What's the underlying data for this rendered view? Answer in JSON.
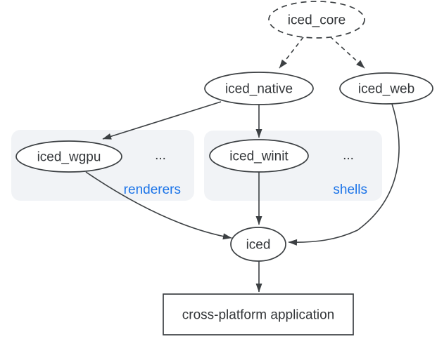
{
  "page": {
    "background": "#ffffff"
  },
  "diagram": {
    "nodes": [
      {
        "id": "iced_core",
        "label": "iced_core",
        "shape": "ellipse",
        "border": "dashed"
      },
      {
        "id": "iced_native",
        "label": "iced_native",
        "shape": "ellipse",
        "border": "solid"
      },
      {
        "id": "iced_web",
        "label": "iced_web",
        "shape": "ellipse",
        "border": "solid"
      },
      {
        "id": "iced_wgpu",
        "label": "iced_wgpu",
        "shape": "ellipse",
        "border": "solid"
      },
      {
        "id": "iced_winit",
        "label": "iced_winit",
        "shape": "ellipse",
        "border": "solid"
      },
      {
        "id": "iced",
        "label": "iced",
        "shape": "ellipse",
        "border": "solid"
      },
      {
        "id": "app",
        "label": "cross-platform application",
        "shape": "rectangle",
        "border": "solid"
      }
    ],
    "groups": [
      {
        "id": "renderers",
        "label": "renderers",
        "ellipsis": "...",
        "contains": [
          "iced_wgpu"
        ]
      },
      {
        "id": "shells",
        "label": "shells",
        "ellipsis": "...",
        "contains": [
          "iced_winit"
        ]
      }
    ],
    "edges": [
      {
        "from": "iced_core",
        "to": "iced_native",
        "style": "dashed"
      },
      {
        "from": "iced_core",
        "to": "iced_web",
        "style": "dashed"
      },
      {
        "from": "iced_native",
        "to": "iced_wgpu",
        "style": "solid"
      },
      {
        "from": "iced_native",
        "to": "iced_winit",
        "style": "solid"
      },
      {
        "from": "iced_wgpu",
        "to": "iced",
        "style": "solid"
      },
      {
        "from": "iced_winit",
        "to": "iced",
        "style": "solid"
      },
      {
        "from": "iced_web",
        "to": "iced",
        "style": "solid"
      },
      {
        "from": "iced",
        "to": "app",
        "style": "solid"
      }
    ],
    "colors": {
      "stroke": "#3c4043",
      "text": "#333639",
      "node_fill": "#ffffff",
      "group_background": "#f1f3f6",
      "group_label": "#1a73e8",
      "background": "#ffffff"
    }
  }
}
